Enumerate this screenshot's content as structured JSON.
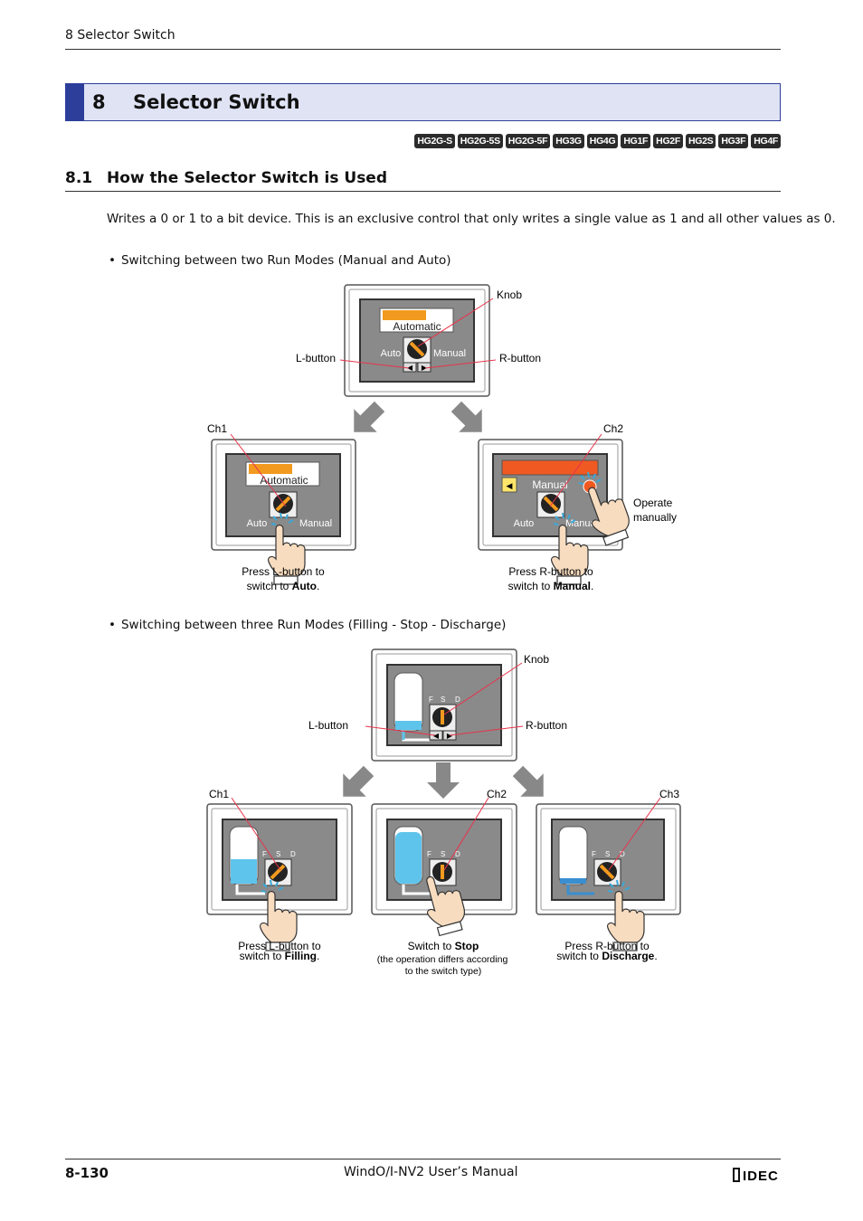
{
  "header": {
    "running_title": "8 Selector Switch"
  },
  "chapter": {
    "number": "8",
    "title": "Selector Switch"
  },
  "models": [
    "HG2G-S",
    "HG2G-5S",
    "HG2G-5F",
    "HG3G",
    "HG4G",
    "HG1F",
    "HG2F",
    "HG2S",
    "HG3F",
    "HG4F"
  ],
  "section": {
    "number": "8.1",
    "title": "How the Selector Switch is Used"
  },
  "intro": "Writes a 0 or 1 to a bit device. This is an exclusive control that only writes a single value as 1 and all other values as 0.",
  "bullet1": "Switching between two Run Modes (Manual and Auto)",
  "bullet2": "Switching between three Run Modes (Filling - Stop - Discharge)",
  "fig1": {
    "knob": "Knob",
    "l_button": "L-button",
    "r_button": "R-button",
    "ch1": "Ch1",
    "ch2": "Ch2",
    "automatic": "Automatic",
    "manual_label": "Manual",
    "auto": "Auto",
    "manual": "Manual",
    "operate_1": "Operate",
    "operate_2": "manually",
    "cap1_line1": "Press L-button to",
    "cap1_pre": "switch to ",
    "cap1_bold": "Auto",
    "cap1_post": ".",
    "cap2_line1": "Press R-button to",
    "cap2_pre": "switch to ",
    "cap2_bold": "Manual",
    "cap2_post": "."
  },
  "fig2": {
    "knob": "Knob",
    "l_button": "L-button",
    "r_button": "R-button",
    "ch1": "Ch1",
    "ch2": "Ch2",
    "ch3": "Ch3",
    "f": "F",
    "s": "S",
    "d": "D",
    "cap1_line1": "Press L-button to",
    "cap1_pre": "switch to ",
    "cap1_bold": "Filling",
    "cap1_post": ".",
    "cap2_pre": "Switch to ",
    "cap2_bold": "Stop",
    "cap2_note1": "(the operation differs according",
    "cap2_note2": "to the switch type)",
    "cap3_line1": "Press R-button to",
    "cap3_pre": "switch to ",
    "cap3_bold": "Discharge",
    "cap3_post": "."
  },
  "footer": {
    "page": "8-130",
    "manual_title": "WindO/I-NV2 User’s Manual",
    "logo": "IDEC"
  },
  "colors": {
    "accent": "#2d3e9a",
    "orange": "#f29a1f",
    "red_orange": "#f05a22",
    "water": "#5ec4ec",
    "screen": "#8a8a8a",
    "pointer": "#e8334a"
  }
}
